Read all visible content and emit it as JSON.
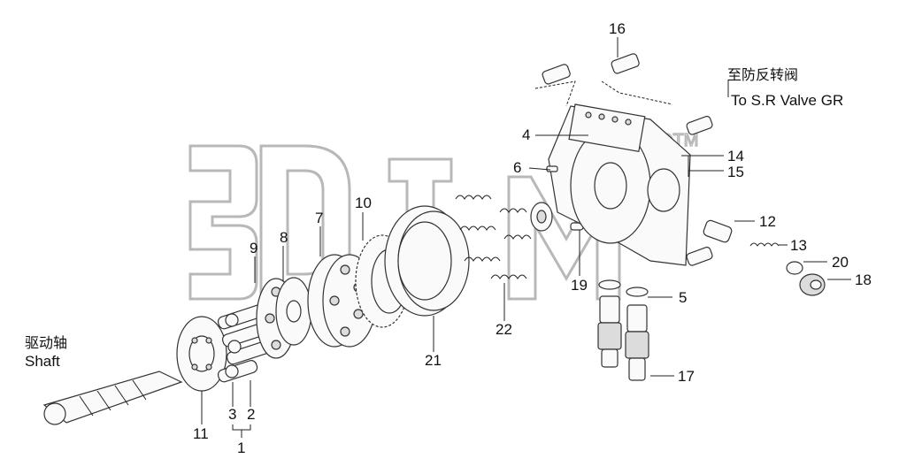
{
  "watermark": {
    "text": "3DTM"
  },
  "captions": {
    "valve_cn": "至防反转阀",
    "valve_en": "To S.R Valve GR",
    "shaft_cn": "驱动轴",
    "shaft_en": "Shaft"
  },
  "callouts": [
    {
      "id": "16",
      "text": "16"
    },
    {
      "id": "4",
      "text": "4"
    },
    {
      "id": "14",
      "text": "14"
    },
    {
      "id": "15",
      "text": "15"
    },
    {
      "id": "6",
      "text": "6"
    },
    {
      "id": "12",
      "text": "12"
    },
    {
      "id": "13",
      "text": "13"
    },
    {
      "id": "20",
      "text": "20"
    },
    {
      "id": "18",
      "text": "18"
    },
    {
      "id": "5",
      "text": "5"
    },
    {
      "id": "17",
      "text": "17"
    },
    {
      "id": "19",
      "text": "19"
    },
    {
      "id": "22",
      "text": "22"
    },
    {
      "id": "21",
      "text": "21"
    },
    {
      "id": "10",
      "text": "10"
    },
    {
      "id": "7",
      "text": "7"
    },
    {
      "id": "8",
      "text": "8"
    },
    {
      "id": "9",
      "text": "9"
    },
    {
      "id": "11",
      "text": "11"
    },
    {
      "id": "3",
      "text": "3"
    },
    {
      "id": "2",
      "text": "2"
    },
    {
      "id": "1",
      "text": "1"
    }
  ]
}
